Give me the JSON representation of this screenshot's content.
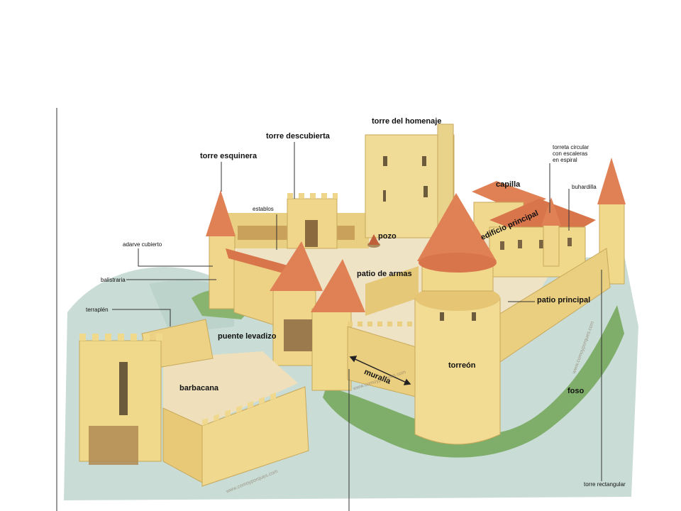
{
  "labels": {
    "torre_homenaje": "torre del homenaje",
    "torre_descubierta": "torre descubierta",
    "torre_esquinera": "torre esquinera",
    "establos": "establos",
    "adarve_cubierto": "adarve cubierto",
    "balistraria": "balistraria",
    "terraplen": "terraplén",
    "puente_levadizo": "puente levadizo",
    "barbacana": "barbacana",
    "muralla": "muralla",
    "pozo": "pozo",
    "patio_armas": "patio de armas",
    "capilla": "capilla",
    "edificio_principal": "edificio principal",
    "torreta_l1": "torreta circular",
    "torreta_l2": "con escaleras",
    "torreta_l3": "en espiral",
    "buhardilla": "buhardilla",
    "patio_principal": "patio principal",
    "torreon": "torreón",
    "foso": "foso",
    "torre_rectangular": "torre rectangular"
  },
  "watermark": "www.comoyporques.com",
  "colors": {
    "wall": "#f1d98c",
    "wall_shade": "#d9b75e",
    "roof": "#e08055",
    "roof_dark": "#c0603a",
    "water": "#c9dcd6",
    "grass": "#7fae6a",
    "courtyard": "#efe3c6"
  }
}
